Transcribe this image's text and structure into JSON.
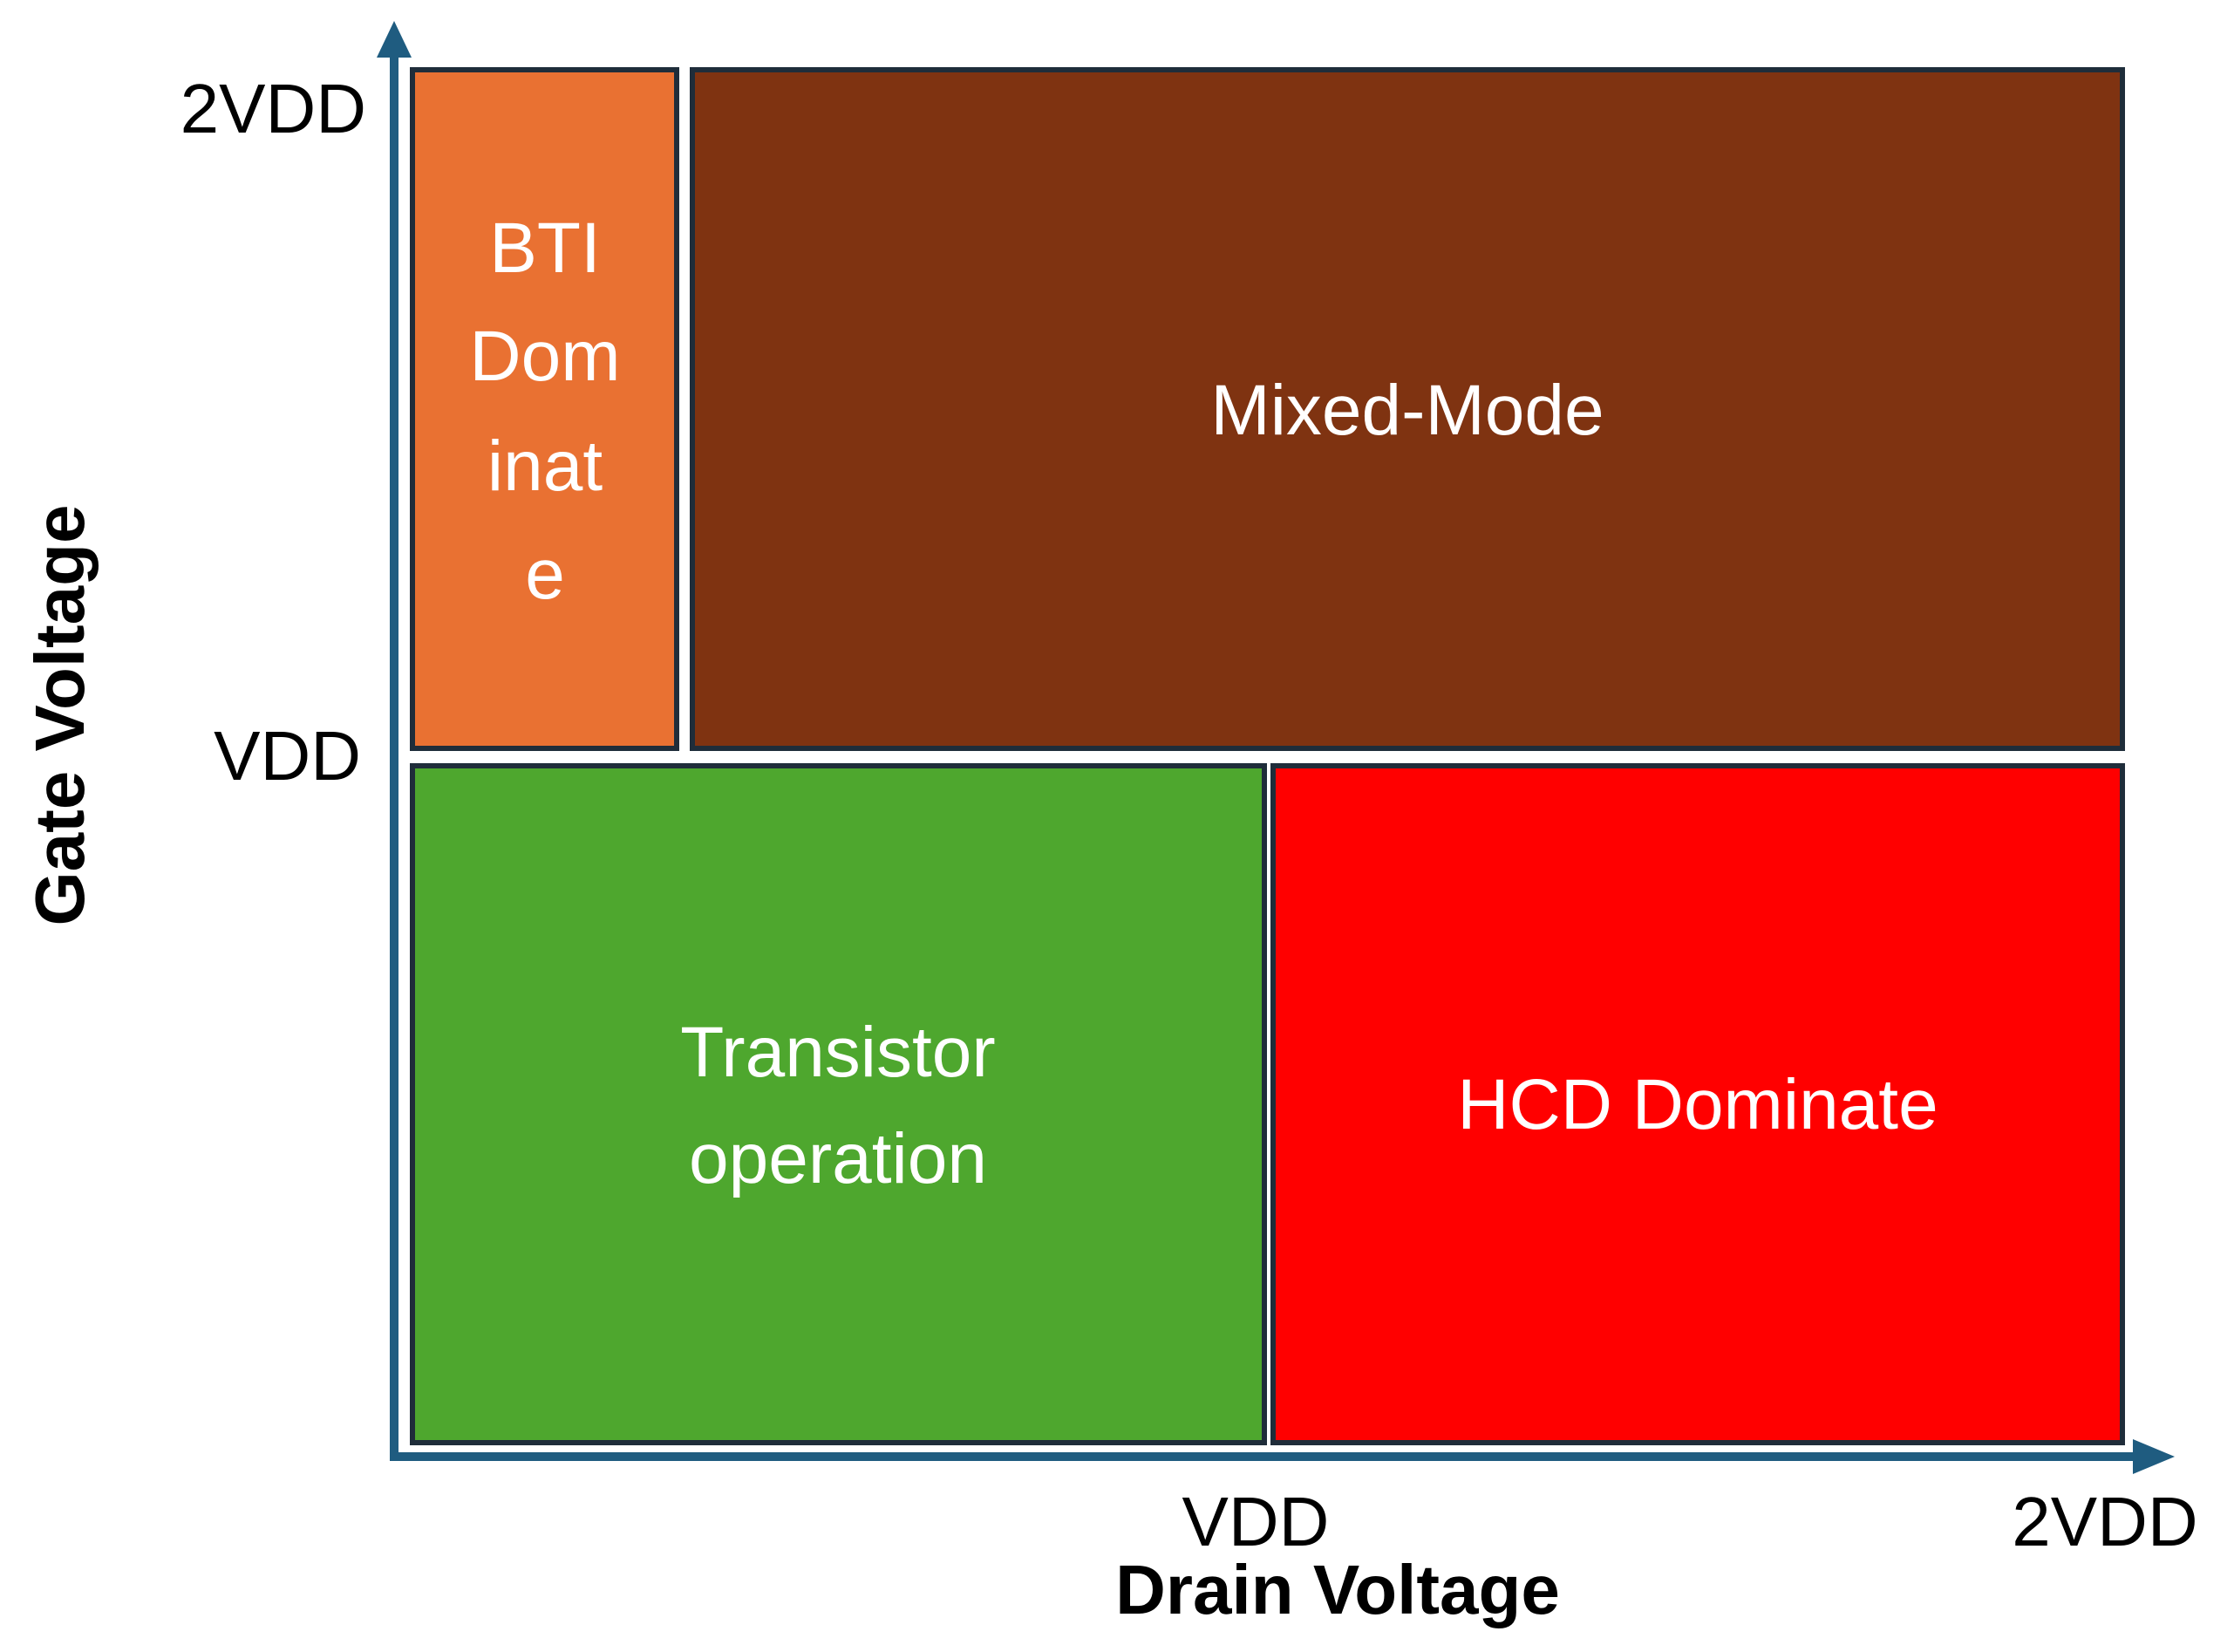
{
  "axes": {
    "x_title": "Drain Voltage",
    "y_title": "Gate Voltage",
    "x_ticks": [
      "VDD",
      "2VDD"
    ],
    "y_ticks": [
      "2VDD",
      "VDD"
    ],
    "axis_color": "#1F5C80"
  },
  "regions": {
    "bti": {
      "lines": [
        "BTI",
        "Dom",
        "inat",
        "e"
      ],
      "color": "#E97132"
    },
    "mixed": {
      "label": "Mixed-Mode",
      "color": "#7F3311"
    },
    "transistor": {
      "lines": [
        "Transistor",
        "operation"
      ],
      "color": "#4EA72E"
    },
    "hcd": {
      "label": "HCD Dominate",
      "color": "#FF0000"
    }
  }
}
